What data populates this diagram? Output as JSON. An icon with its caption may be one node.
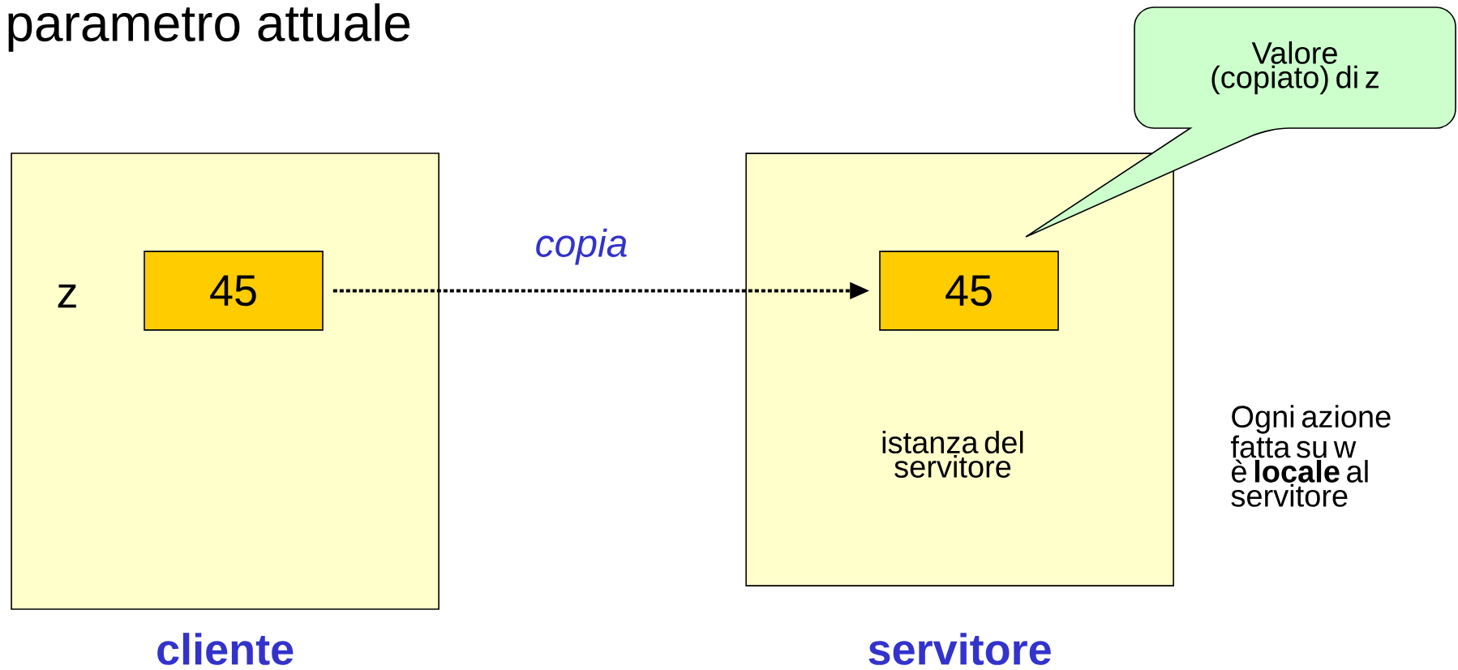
{
  "diagram": {
    "title": "parametro attuale",
    "nodes": [
      {
        "text": [
          "cliente"
        ]
      },
      {
        "text": [
          "45"
        ],
        "in": 0
      },
      {
        "text": [
          "istanza del servitore",
          "servitore"
        ]
      },
      {
        "text": [
          "45"
        ],
        "in": 2
      },
      {
        "text": [
          "Valore (copiato) di z"
        ]
      }
    ],
    "edges": [
      {
        "from": 1,
        "to": 3,
        "arrow": "to",
        "style": "dashed",
        "label": "copia"
      }
    ],
    "labels": [
      "z",
      "Ogni azione fatta su w è **locale** al servitore"
    ]
  }
}
